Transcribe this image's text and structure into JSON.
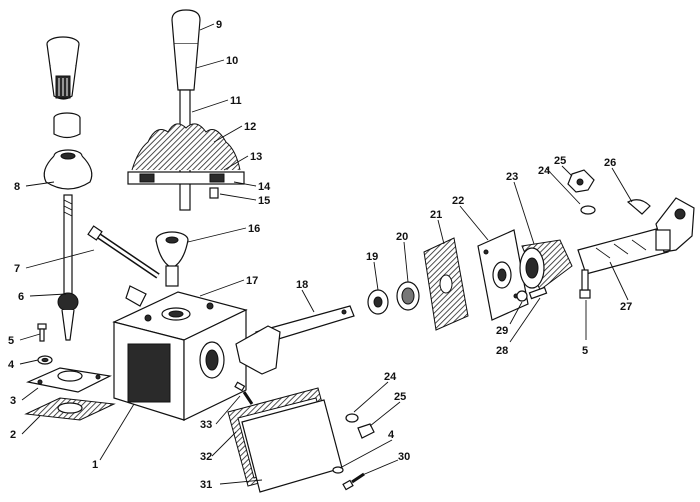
{
  "callouts": [
    {
      "id": "c1",
      "text": "1"
    },
    {
      "id": "c2",
      "text": "2"
    },
    {
      "id": "c3",
      "text": "3"
    },
    {
      "id": "c4a",
      "text": "4"
    },
    {
      "id": "c5a",
      "text": "5"
    },
    {
      "id": "c6",
      "text": "6"
    },
    {
      "id": "c7",
      "text": "7"
    },
    {
      "id": "c8",
      "text": "8"
    },
    {
      "id": "c9",
      "text": "9"
    },
    {
      "id": "c10",
      "text": "10"
    },
    {
      "id": "c11",
      "text": "11"
    },
    {
      "id": "c12",
      "text": "12"
    },
    {
      "id": "c13",
      "text": "13"
    },
    {
      "id": "c14",
      "text": "14"
    },
    {
      "id": "c15",
      "text": "15"
    },
    {
      "id": "c16",
      "text": "16"
    },
    {
      "id": "c17",
      "text": "17"
    },
    {
      "id": "c18",
      "text": "18"
    },
    {
      "id": "c19",
      "text": "19"
    },
    {
      "id": "c20",
      "text": "20"
    },
    {
      "id": "c21",
      "text": "21"
    },
    {
      "id": "c22",
      "text": "22"
    },
    {
      "id": "c23",
      "text": "23"
    },
    {
      "id": "c24a",
      "text": "24"
    },
    {
      "id": "c25a",
      "text": "25"
    },
    {
      "id": "c26",
      "text": "26"
    },
    {
      "id": "c27",
      "text": "27"
    },
    {
      "id": "c28",
      "text": "28"
    },
    {
      "id": "c29",
      "text": "29"
    },
    {
      "id": "c5b",
      "text": "5"
    },
    {
      "id": "c24b",
      "text": "24"
    },
    {
      "id": "c25b",
      "text": "25"
    },
    {
      "id": "c4b",
      "text": "4"
    },
    {
      "id": "c30",
      "text": "30"
    },
    {
      "id": "c31",
      "text": "31"
    },
    {
      "id": "c32",
      "text": "32"
    },
    {
      "id": "c33",
      "text": "33"
    }
  ]
}
